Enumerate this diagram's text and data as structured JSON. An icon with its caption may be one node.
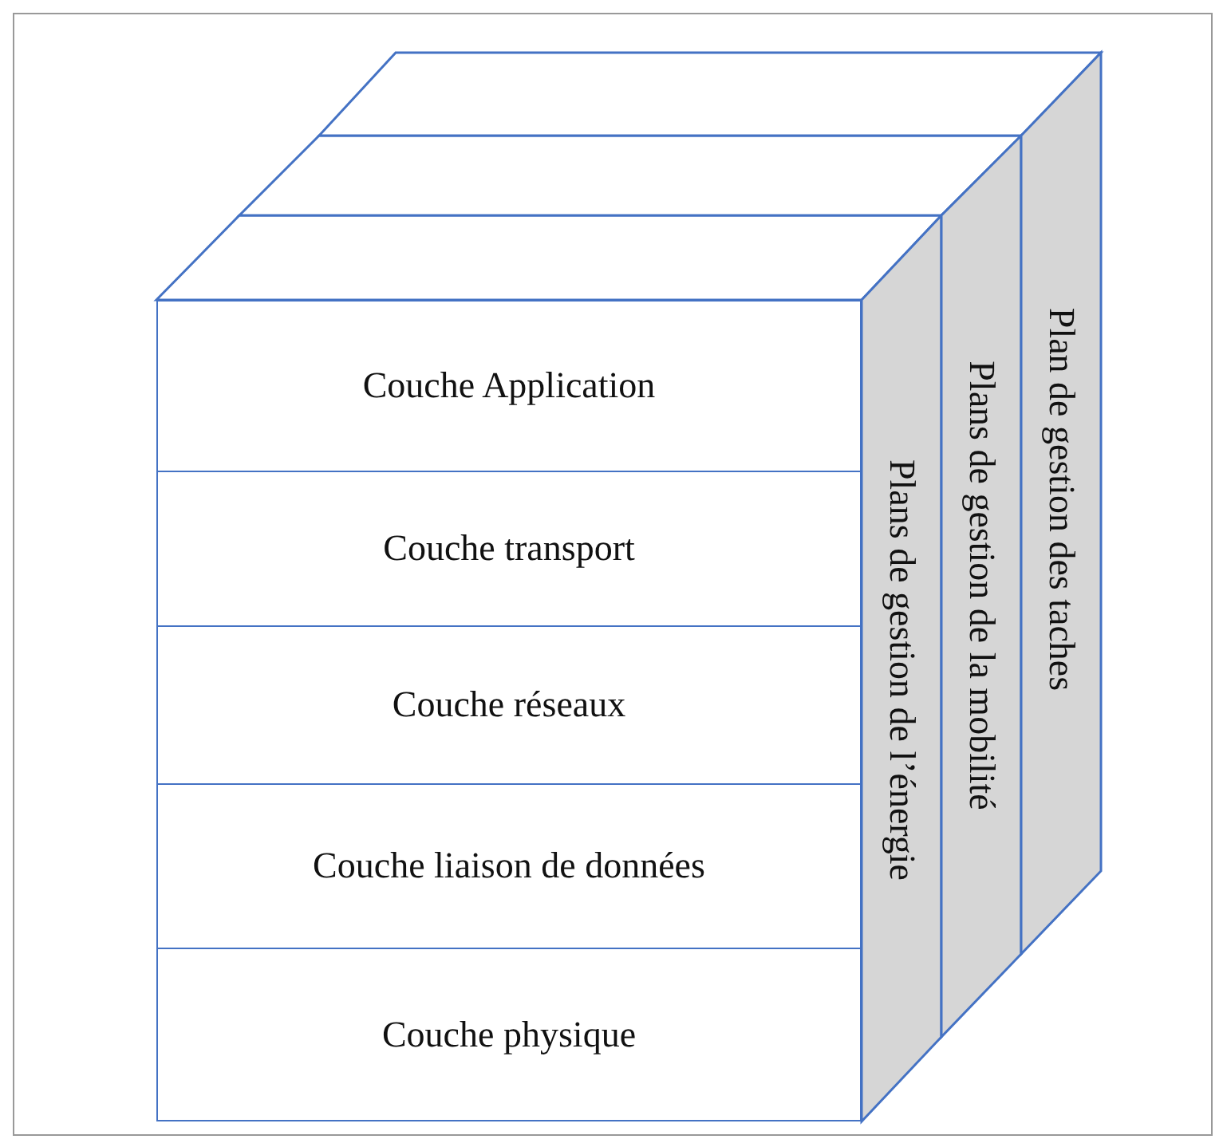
{
  "diagram": {
    "nodes": [
      {
        "text": [
          "Couche Application"
        ]
      },
      {
        "text": [
          "Couche transport"
        ]
      },
      {
        "text": [
          "Couche réseaux"
        ]
      },
      {
        "text": [
          "Couche liaison de données"
        ]
      },
      {
        "text": [
          "Couche physique"
        ]
      },
      {
        "text": [
          "Plans de gestion de l’énergie"
        ]
      },
      {
        "text": [
          "Plans de gestion de la mobilité"
        ]
      },
      {
        "text": [
          "Plan de gestion des taches"
        ]
      }
    ],
    "edges": []
  }
}
